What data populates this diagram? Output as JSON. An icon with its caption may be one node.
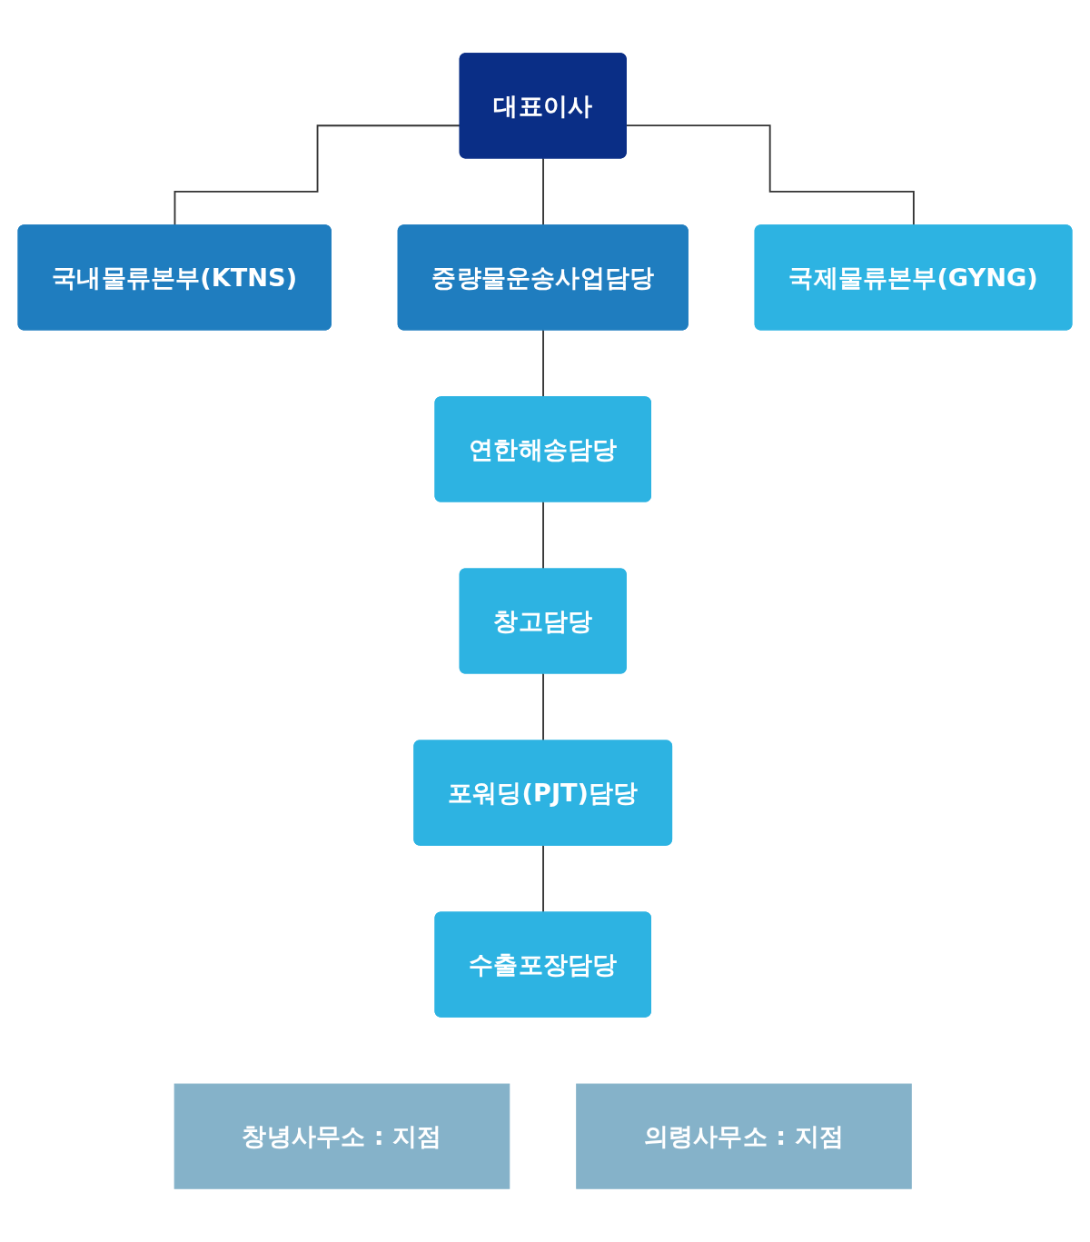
{
  "diagram": {
    "nodes": [
      {
        "text": [
          "대표이사"
        ]
      },
      {
        "text": [
          "국내물류본부(KTNS)"
        ]
      },
      {
        "text": [
          "국제물류본부(GYNG)"
        ]
      },
      {
        "text": [
          "중량물운송사업담당"
        ]
      },
      {
        "text": [
          "연한해송담당"
        ]
      },
      {
        "text": [
          "창고담당"
        ]
      },
      {
        "text": [
          "포워딩(PJT)담당"
        ]
      },
      {
        "text": [
          "수출포장담당"
        ]
      },
      {
        "text": [
          "창녕사무소 : 지점"
        ]
      },
      {
        "text": [
          "의령사무소 : 지점"
        ]
      }
    ],
    "edges": [
      {
        "from": 0,
        "to": 1,
        "arrow": "none"
      },
      {
        "from": 0,
        "to": 3,
        "arrow": "none"
      },
      {
        "from": 0,
        "to": 2,
        "arrow": "none"
      },
      {
        "from": 3,
        "to": 4,
        "arrow": "none"
      },
      {
        "from": 4,
        "to": 5,
        "arrow": "none"
      },
      {
        "from": 5,
        "to": 6,
        "arrow": "none"
      },
      {
        "from": 6,
        "to": 7,
        "arrow": "none"
      }
    ]
  }
}
